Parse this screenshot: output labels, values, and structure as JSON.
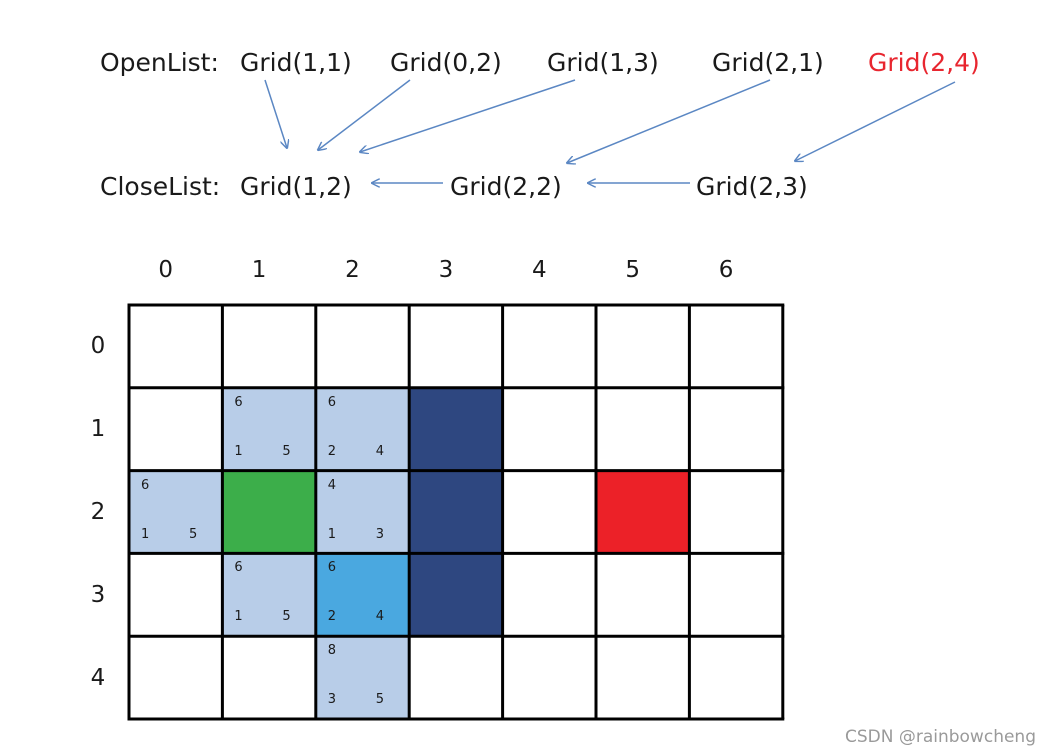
{
  "open_list": {
    "label": "OpenList:",
    "items": [
      {
        "text": "Grid(1,1)",
        "highlight": false
      },
      {
        "text": "Grid(0,2)",
        "highlight": false
      },
      {
        "text": "Grid(1,3)",
        "highlight": false
      },
      {
        "text": "Grid(2,1)",
        "highlight": false
      },
      {
        "text": "Grid(2,4)",
        "highlight": true
      }
    ]
  },
  "close_list": {
    "label": "CloseList:",
    "items": [
      {
        "text": "Grid(1,2)"
      },
      {
        "text": "Grid(2,2)"
      },
      {
        "text": "Grid(2,3)"
      }
    ]
  },
  "grid": {
    "columns": [
      "0",
      "1",
      "2",
      "3",
      "4",
      "5",
      "6"
    ],
    "rows": [
      "0",
      "1",
      "2",
      "3",
      "4"
    ],
    "cells": [
      {
        "col": 1,
        "row": 1,
        "kind": "open",
        "f": "6",
        "g": "1",
        "h": "5"
      },
      {
        "col": 2,
        "row": 1,
        "kind": "open",
        "f": "6",
        "g": "2",
        "h": "4"
      },
      {
        "col": 0,
        "row": 2,
        "kind": "open",
        "f": "6",
        "g": "1",
        "h": "5"
      },
      {
        "col": 1,
        "row": 2,
        "kind": "start"
      },
      {
        "col": 2,
        "row": 2,
        "kind": "open",
        "f": "4",
        "g": "1",
        "h": "3"
      },
      {
        "col": 1,
        "row": 3,
        "kind": "open",
        "f": "6",
        "g": "1",
        "h": "5"
      },
      {
        "col": 2,
        "row": 3,
        "kind": "current",
        "f": "6",
        "g": "2",
        "h": "4"
      },
      {
        "col": 2,
        "row": 4,
        "kind": "open",
        "f": "8",
        "g": "3",
        "h": "5"
      },
      {
        "col": 3,
        "row": 1,
        "kind": "wall"
      },
      {
        "col": 3,
        "row": 2,
        "kind": "wall"
      },
      {
        "col": 3,
        "row": 3,
        "kind": "wall"
      },
      {
        "col": 5,
        "row": 2,
        "kind": "goal"
      }
    ]
  },
  "colors": {
    "open": "#b8cde8",
    "start": "#3cae4a",
    "current": "#4aa8e0",
    "wall": "#2e4780",
    "goal": "#ec2128",
    "highlight_text": "#e8262f",
    "arrow": "#5b87c3"
  },
  "watermark": "CSDN @rainbowcheng"
}
